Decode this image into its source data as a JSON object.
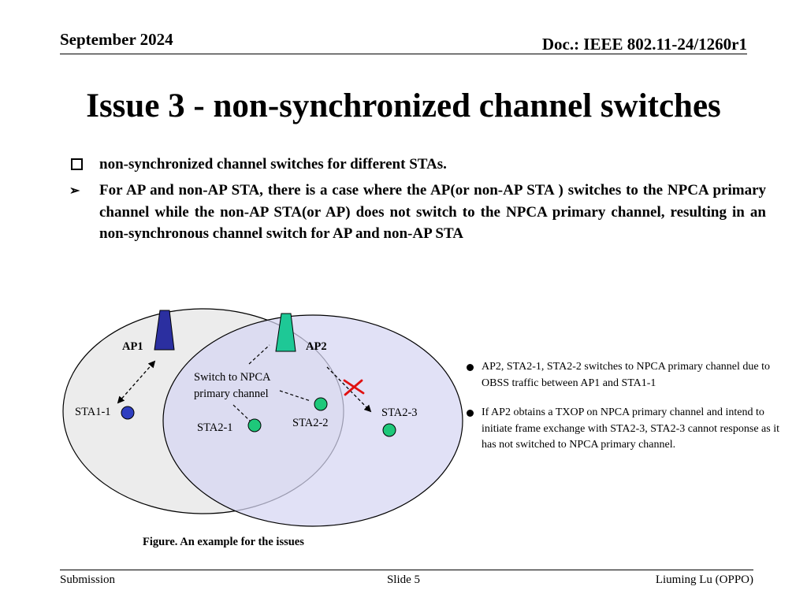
{
  "header": {
    "date": "September 2024",
    "doc": "Doc.: IEEE 802.11-24/1260r1"
  },
  "title": "Issue 3 - non-synchronized channel switches",
  "bullets": [
    {
      "marker": "square",
      "text": "non-synchronized channel switches for different STAs."
    },
    {
      "marker": "arrow",
      "marker_glyph": "➢",
      "text": "For AP and non-AP STA, there is a case where the AP(or non-AP STA ) switches to the NPCA primary channel while the non-AP STA(or AP) does not switch to the NPCA primary channel, resulting in an non-synchronous channel switch for AP and non-AP STA"
    }
  ],
  "diagram": {
    "ap1_label": "AP1",
    "ap2_label": "AP2",
    "sta1_1_label": "STA1-1",
    "sta2_1_label": "STA2-1",
    "sta2_2_label": "STA2-2",
    "sta2_3_label": "STA2-3",
    "switch_line1": "Switch to NPCA",
    "switch_line2": "primary channel",
    "colors": {
      "ap1_antenna": "#2b2fa0",
      "ap2_antenna": "#1ec896",
      "sta_blue": "#2f3ec0",
      "sta_green": "#1ec87a",
      "cross": "#e01010",
      "cell_ap1": "#ececec",
      "cell_ap2": "#d6d6f2"
    },
    "caption": "Figure. An example for the issues"
  },
  "notes": [
    "AP2, STA2-1, STA2-2 switches to NPCA primary channel due to OBSS traffic between AP1 and STA1-1",
    "If AP2 obtains a TXOP on NPCA primary channel and intend to initiate frame exchange with STA2-3, STA2-3 cannot response as it has not switched to NPCA primary channel."
  ],
  "footer": {
    "left": "Submission",
    "center": "Slide 5",
    "right": "Liuming Lu (OPPO)"
  }
}
